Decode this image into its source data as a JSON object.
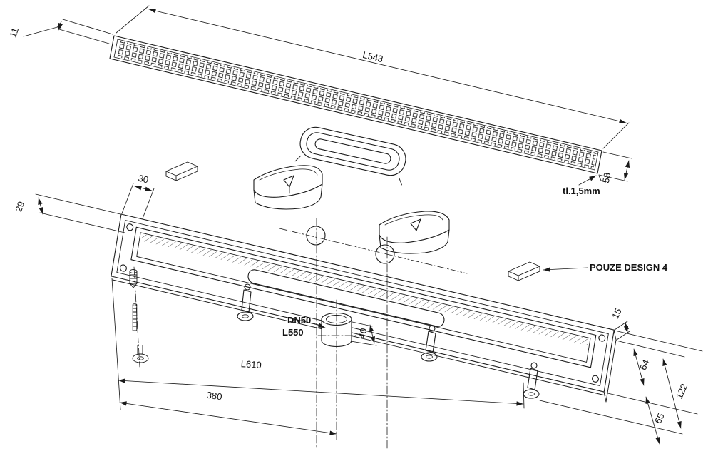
{
  "drawing": {
    "labels": {
      "grate_height": "11",
      "grate_length": "L543",
      "grate_width": "58",
      "sheet_thickness": "tl.1,5mm",
      "offset_30": "30",
      "offset_29": "29",
      "design_note": "POUZE DESIGN 4",
      "outlet_diameter": "DN50",
      "channel_length": "L550",
      "outlet_height": "40",
      "body_length": "L610",
      "outlet_distance": "380",
      "edge_height": "15",
      "flange_width": "64",
      "overall_width": "122",
      "foot_height": "65"
    },
    "colors": {
      "line": "#1a1a1a",
      "background": "#ffffff"
    }
  }
}
